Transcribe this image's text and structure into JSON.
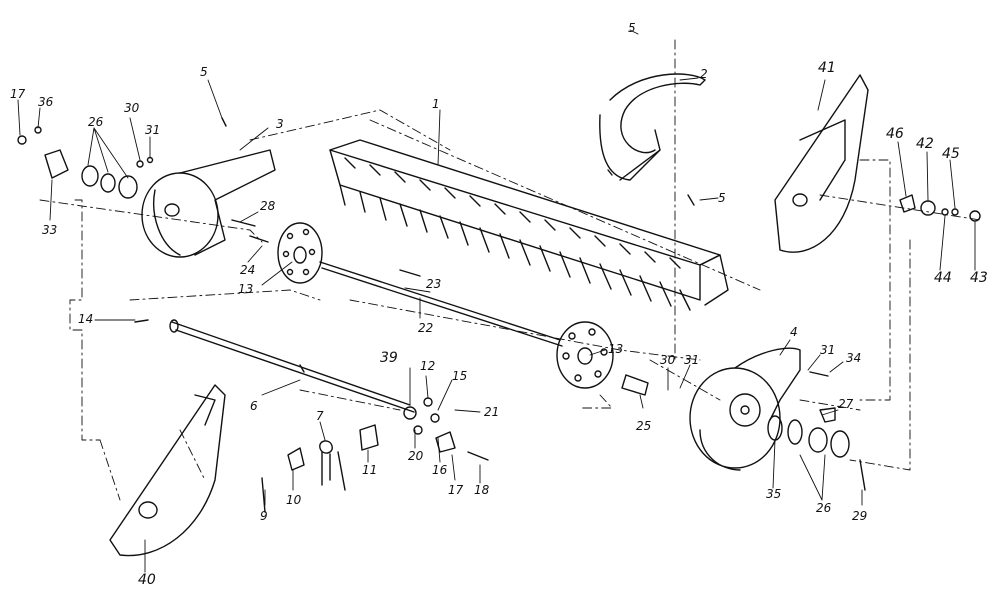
{
  "colors": {
    "ink": "#111111",
    "paper": "#ffffff"
  },
  "callouts": [
    "1",
    "2",
    "3",
    "4",
    "5",
    "5",
    "5",
    "6",
    "7",
    "9",
    "10",
    "11",
    "12",
    "13",
    "13",
    "14",
    "15",
    "16",
    "17",
    "18",
    "20",
    "21",
    "22",
    "23",
    "24",
    "25",
    "26",
    "26",
    "27",
    "28",
    "29",
    "30",
    "30",
    "31",
    "31",
    "31",
    "33",
    "34",
    "35",
    "36",
    "17",
    "39",
    "40",
    "41",
    "42",
    "43",
    "44",
    "45",
    "46"
  ]
}
